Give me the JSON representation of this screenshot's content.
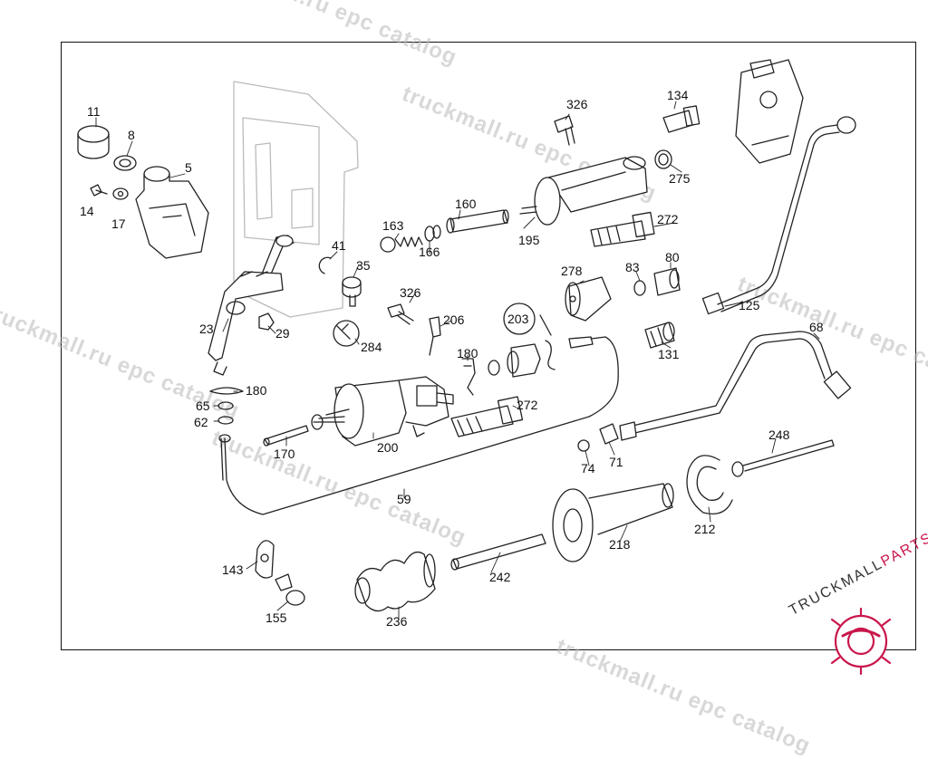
{
  "watermark": {
    "text": "truckmall.ru epc catalog"
  },
  "logo": {
    "part1": "TRUCKMALL",
    "part2": "PARTS",
    "color": "#c9164b"
  },
  "labels": [
    {
      "id": "11",
      "text": "11"
    },
    {
      "id": "8",
      "text": "8"
    },
    {
      "id": "5",
      "text": "5"
    },
    {
      "id": "14",
      "text": "14"
    },
    {
      "id": "17",
      "text": "17"
    },
    {
      "id": "41",
      "text": "41"
    },
    {
      "id": "35",
      "text": "35"
    },
    {
      "id": "23",
      "text": "23"
    },
    {
      "id": "29",
      "text": "29"
    },
    {
      "id": "180a",
      "text": "180"
    },
    {
      "id": "65",
      "text": "65"
    },
    {
      "id": "62",
      "text": "62"
    },
    {
      "id": "170",
      "text": "170"
    },
    {
      "id": "59",
      "text": "59"
    },
    {
      "id": "143",
      "text": "143"
    },
    {
      "id": "155",
      "text": "155"
    },
    {
      "id": "236",
      "text": "236"
    },
    {
      "id": "242",
      "text": "242"
    },
    {
      "id": "218",
      "text": "218"
    },
    {
      "id": "212",
      "text": "212"
    },
    {
      "id": "248",
      "text": "248"
    },
    {
      "id": "74",
      "text": "74"
    },
    {
      "id": "71",
      "text": "71"
    },
    {
      "id": "68",
      "text": "68"
    },
    {
      "id": "125",
      "text": "125"
    },
    {
      "id": "131",
      "text": "131"
    },
    {
      "id": "83",
      "text": "83"
    },
    {
      "id": "80",
      "text": "80"
    },
    {
      "id": "278",
      "text": "278"
    },
    {
      "id": "272a",
      "text": "272"
    },
    {
      "id": "272b",
      "text": "272"
    },
    {
      "id": "275",
      "text": "275"
    },
    {
      "id": "134",
      "text": "134"
    },
    {
      "id": "326a",
      "text": "326"
    },
    {
      "id": "326b",
      "text": "326"
    },
    {
      "id": "195",
      "text": "195"
    },
    {
      "id": "160",
      "text": "160"
    },
    {
      "id": "163",
      "text": "163"
    },
    {
      "id": "166",
      "text": "166"
    },
    {
      "id": "206",
      "text": "206"
    },
    {
      "id": "203",
      "text": "203"
    },
    {
      "id": "180b",
      "text": "180"
    },
    {
      "id": "284",
      "text": "284"
    },
    {
      "id": "200",
      "text": "200"
    }
  ]
}
